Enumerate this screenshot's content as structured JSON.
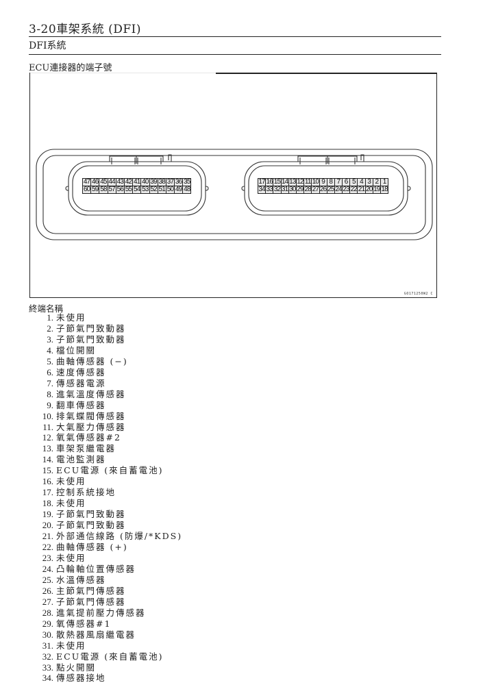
{
  "page": {
    "header": "3-20車架系統 (DFI)",
    "section_title": "DFI系統",
    "subsection_title": "ECU連接器的端子號"
  },
  "figure": {
    "code": "GO171250W2 C",
    "left_connector": {
      "top_row": [
        "47",
        "46",
        "45",
        "44",
        "43",
        "42",
        "41",
        "40",
        "39",
        "38",
        "37",
        "36",
        "35"
      ],
      "bottom_row": [
        "60",
        "59",
        "58",
        "57",
        "56",
        "55",
        "54",
        "53",
        "52",
        "51",
        "50",
        "49",
        "48"
      ]
    },
    "right_connector": {
      "top_row": [
        "17",
        "16",
        "15",
        "14",
        "13",
        "12",
        "11",
        "10",
        "9",
        "8",
        "7",
        "6",
        "5",
        "4",
        "3",
        "2",
        "1"
      ],
      "bottom_row": [
        "34",
        "33",
        "32",
        "31",
        "30",
        "29",
        "28",
        "27",
        "26",
        "25",
        "24",
        "23",
        "22",
        "21",
        "20",
        "19",
        "18"
      ]
    }
  },
  "legend": {
    "title": "終端名稱",
    "terminals": [
      {
        "num": "1.",
        "name": "未使用"
      },
      {
        "num": "2.",
        "name": "子節氣門致動器"
      },
      {
        "num": "3.",
        "name": "子節氣門致動器"
      },
      {
        "num": "4.",
        "name": "檔位開關"
      },
      {
        "num": "5.",
        "name": "曲軸傳感器 (−)"
      },
      {
        "num": "6.",
        "name": "速度傳感器"
      },
      {
        "num": "7.",
        "name": "傳感器電源"
      },
      {
        "num": "8.",
        "name": "進氣溫度傳感器"
      },
      {
        "num": "9.",
        "name": "翻車傳感器"
      },
      {
        "num": "10.",
        "name": "排氣蝶閥傳感器"
      },
      {
        "num": "11.",
        "name": "大氣壓力傳感器"
      },
      {
        "num": "12.",
        "name": "氧氣傳感器#2"
      },
      {
        "num": "13.",
        "name": "車架泵繼電器"
      },
      {
        "num": "14.",
        "name": "電池監測器"
      },
      {
        "num": "15.",
        "name": "ECU電源 (來自蓄電池)"
      },
      {
        "num": "16.",
        "name": "未使用"
      },
      {
        "num": "17.",
        "name": "控制系統接地"
      },
      {
        "num": "18.",
        "name": "未使用"
      },
      {
        "num": "19.",
        "name": "子節氣門致動器"
      },
      {
        "num": "20.",
        "name": "子節氣門致動器"
      },
      {
        "num": "21.",
        "name": "外部通信線路 (防爆/*KDS)"
      },
      {
        "num": "22.",
        "name": "曲軸傳感器 (+)"
      },
      {
        "num": "23.",
        "name": "未使用"
      },
      {
        "num": "24.",
        "name": "凸輪軸位置傳感器"
      },
      {
        "num": "25.",
        "name": "水溫傳感器"
      },
      {
        "num": "26.",
        "name": "主節氣門傳感器"
      },
      {
        "num": "27.",
        "name": "子節氣門傳感器"
      },
      {
        "num": "28.",
        "name": "進氣提前壓力傳感器"
      },
      {
        "num": "29.",
        "name": "氧傳感器#1"
      },
      {
        "num": "30.",
        "name": "散熱器風扇繼電器"
      },
      {
        "num": "31.",
        "name": "未使用"
      },
      {
        "num": "32.",
        "name": "ECU電源 (來自蓄電池)"
      },
      {
        "num": "33.",
        "name": "點火開關"
      },
      {
        "num": "34.",
        "name": "傳感器接地"
      }
    ]
  }
}
